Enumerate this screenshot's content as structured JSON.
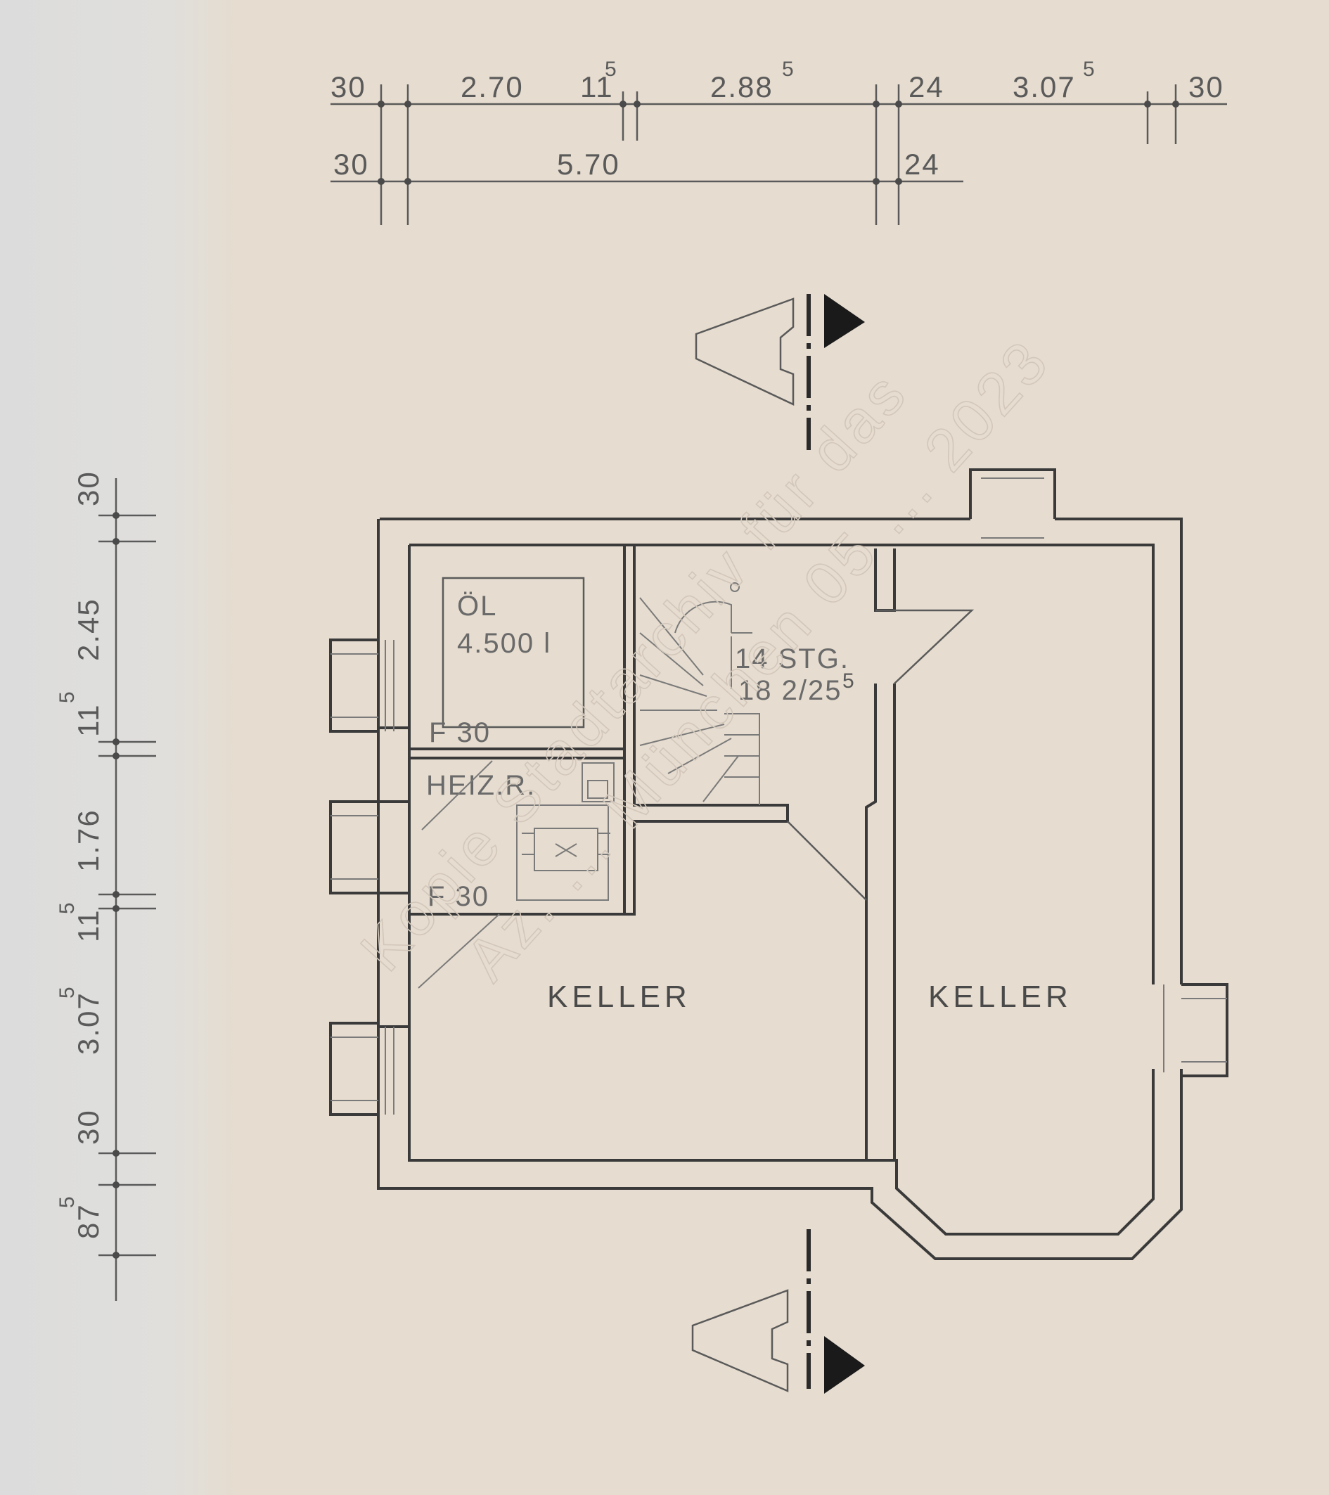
{
  "dimensions_top": {
    "row1": [
      "30",
      "2.70",
      "11",
      "5",
      "2.88",
      "5",
      "24",
      "3.07",
      "5",
      "30"
    ],
    "row2": [
      "30",
      "5.70",
      "24"
    ]
  },
  "dimensions_left": [
    "30",
    "2.45",
    "11",
    "5",
    "1.76",
    "11",
    "5",
    "3.07",
    "5",
    "30",
    "87",
    "5"
  ],
  "rooms": {
    "oil_label": "ÖL",
    "oil_volume": "4.500 l",
    "boiler_room": "HEIZ.R.",
    "fire_door_1": "F 30",
    "fire_door_2": "F 30",
    "stairs_steps": "14 STG.",
    "stairs_ratio": "18 2/25",
    "stairs_ratio_sup": "5",
    "cellar_left": "KELLER",
    "cellar_right": "KELLER"
  },
  "watermark": {
    "line1": "Kopie Stadtarchiv für das",
    "line2": "Az. ... München 05 ... 2023"
  }
}
